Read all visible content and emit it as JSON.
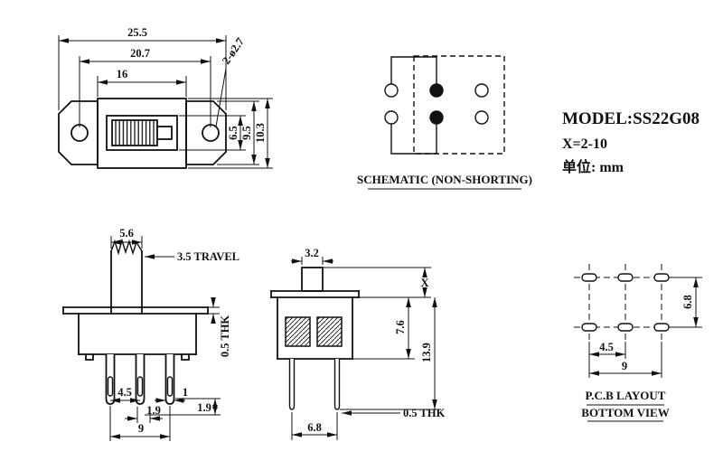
{
  "info": {
    "model": "MODEL:SS22G08",
    "x_range": "X=2-10",
    "unit": "单位: mm"
  },
  "schematic": {
    "caption": "SCHEMATIC (NON-SHORTING)"
  },
  "top_view": {
    "overall_width": "25.5",
    "hole_spacing": "20.7",
    "body_width": "16",
    "mounting_holes": "2-ø2.7",
    "slot_height": "6.5",
    "body_height": "9.5",
    "overall_height": "10.3"
  },
  "front_view": {
    "knob_width": "5.6",
    "travel": "3.5 TRAVEL",
    "plate_thickness": "0.5 THK",
    "pin_pitch": "4.5",
    "pin_width": "1",
    "pin_hole_height": "1.9",
    "pin_gap": "1.9",
    "pin_span": "9"
  },
  "side_view": {
    "knob_depth": "3.2",
    "knob_height": "X",
    "body_height": "7.6",
    "overall_height": "13.9",
    "pin_thickness": "0.5 THK",
    "pin_row_spacing": "6.8"
  },
  "pcb_layout": {
    "caption_line1": "P.C.B LAYOUT",
    "caption_line2": "BOTTOM VIEW",
    "pad_pitch": "4.5",
    "pad_span": "9",
    "pad_row_spacing": "6.8"
  }
}
